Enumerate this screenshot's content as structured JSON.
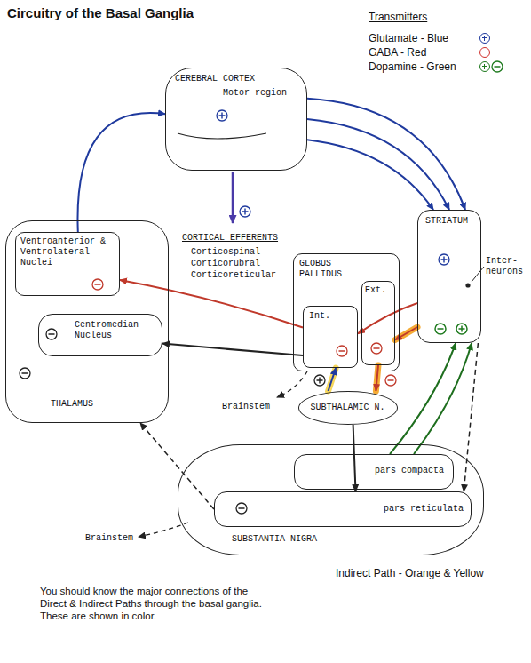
{
  "diagram": {
    "title": "Circuitry of the Basal Ganglia",
    "caption": "You should know the major connections of the Direct & Indirect Paths through the basal ganglia. These are shown in color.",
    "nodes": [
      {
        "text": [
          "CEREBRAL CORTEX",
          "Motor region"
        ]
      },
      {
        "text": [
          "STRIATUM"
        ]
      },
      {
        "text": [
          "GLOBUS PALLIDUS"
        ]
      },
      {
        "text": [
          "Ext."
        ],
        "in": 2
      },
      {
        "text": [
          "Int."
        ],
        "in": 2
      },
      {
        "text": [
          "SUBTHALAMIC N."
        ]
      },
      {
        "text": [
          "THALAMUS"
        ]
      },
      {
        "text": [
          "Ventroanterior & Ventrolateral Nuclei"
        ],
        "in": 6
      },
      {
        "text": [
          "Centromedian Nucleus"
        ],
        "in": 6
      },
      {
        "text": [
          "SUBSTANTIA NIGRA"
        ]
      },
      {
        "text": [
          "pars compacta"
        ],
        "in": 9
      },
      {
        "text": [
          "pars reticulata"
        ],
        "in": 9
      }
    ],
    "edges": [
      {
        "from": 0,
        "to": 1,
        "arrow": "to"
      },
      {
        "from": 0,
        "to": 1,
        "arrow": "to"
      },
      {
        "from": 0,
        "to": 1,
        "arrow": "to"
      },
      {
        "from": 7,
        "to": 0,
        "arrow": "to"
      },
      {
        "from": 1,
        "to": 4,
        "arrow": "to"
      },
      {
        "from": 4,
        "to": 7,
        "arrow": "to"
      },
      {
        "from": 1,
        "to": 3,
        "arrow": "to"
      },
      {
        "from": 3,
        "to": 5,
        "arrow": "to"
      },
      {
        "from": 5,
        "to": 4,
        "arrow": "to"
      },
      {
        "from": 10,
        "to": 1,
        "arrow": "to"
      },
      {
        "from": 10,
        "to": 1,
        "arrow": "to"
      },
      {
        "from": 1,
        "to": 11,
        "arrow": "to"
      },
      {
        "from": 11,
        "to": 6,
        "arrow": "to"
      },
      {
        "from": 4,
        "to": 8,
        "arrow": "to"
      },
      {
        "from": 5,
        "to": 11,
        "arrow": "to"
      }
    ],
    "labels": [
      "Transmitters",
      "CORTICAL EFFERENTS",
      "Corticospinal",
      "Corticorubral",
      "Corticoreticular",
      "Inter- neurons",
      "Brainstem",
      "Brainstem",
      "Indirect Path - Orange & Yellow"
    ],
    "legend": [
      {
        "text": "Glutamate - Blue",
        "color": "#1f3a9e"
      },
      {
        "text": "GABA - Red",
        "color": "#d0312d"
      },
      {
        "text": "Dopamine - Green",
        "color": "#1e7a1e"
      }
    ]
  }
}
